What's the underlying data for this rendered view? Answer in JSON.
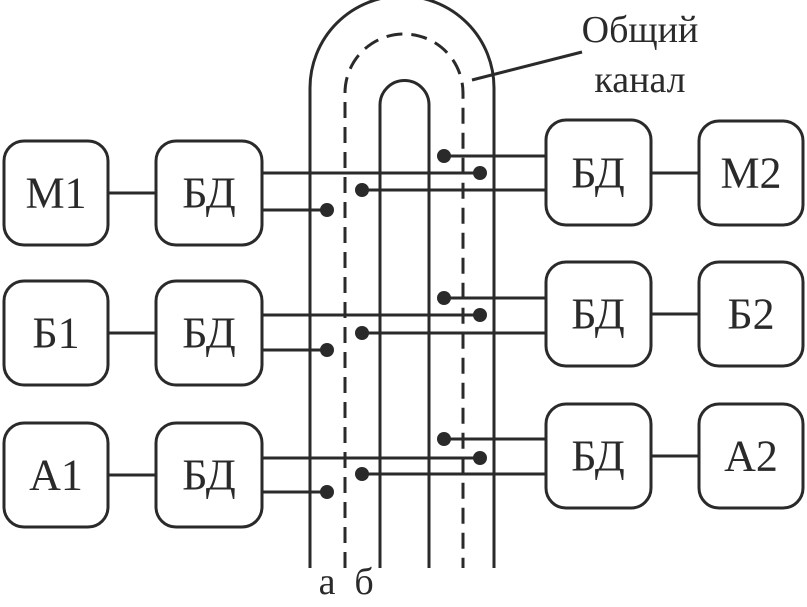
{
  "left_devices": [
    {
      "label": "М1"
    },
    {
      "label": "Б1"
    },
    {
      "label": "А1"
    }
  ],
  "left_adapters": [
    {
      "label": "БД"
    },
    {
      "label": "БД"
    },
    {
      "label": "БД"
    }
  ],
  "right_adapters": [
    {
      "label": "БД"
    },
    {
      "label": "БД"
    },
    {
      "label": "БД"
    }
  ],
  "right_devices": [
    {
      "label": "М2"
    },
    {
      "label": "Б2"
    },
    {
      "label": "А2"
    }
  ],
  "channel": {
    "caption_line1": "Общий",
    "caption_line2": "канал"
  },
  "bus_labels": {
    "a": "а",
    "b": "б"
  }
}
